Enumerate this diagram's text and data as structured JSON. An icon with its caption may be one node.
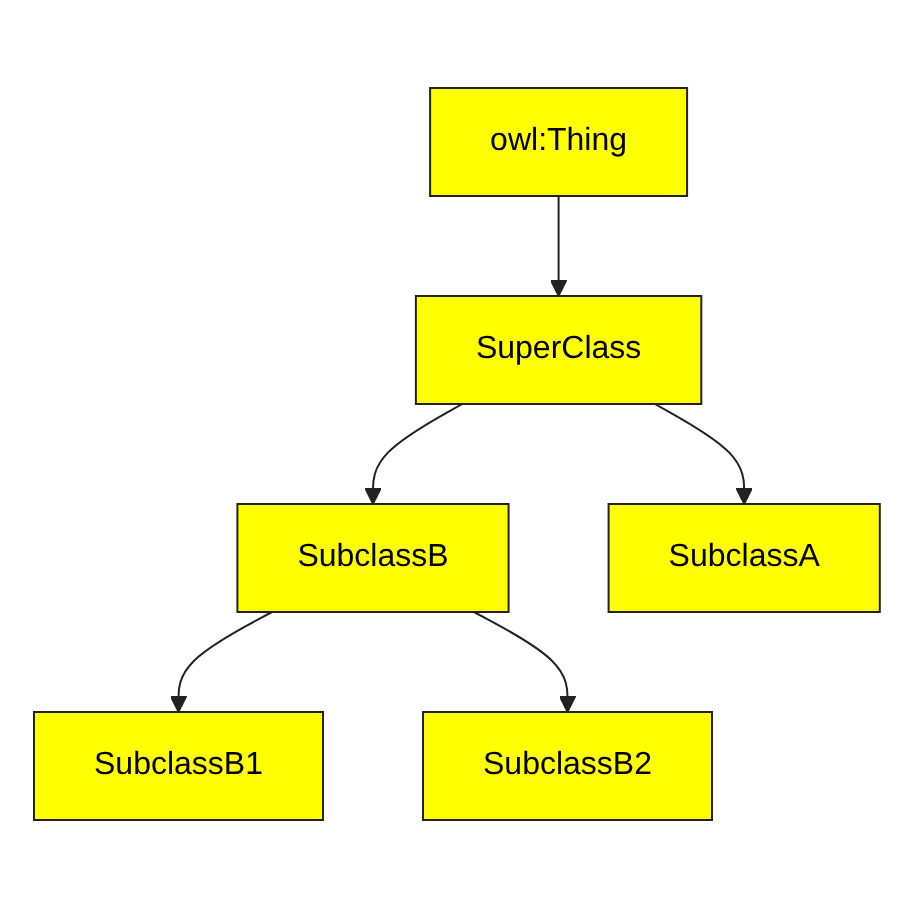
{
  "diagram": {
    "nodes": [
      {
        "text": [
          "SubclassB2"
        ]
      },
      {
        "text": [
          "owl:Thing"
        ]
      },
      {
        "text": [
          "SubclassB1"
        ]
      },
      {
        "text": [
          "SubclassB"
        ]
      },
      {
        "text": [
          "SuperClass"
        ]
      },
      {
        "text": [
          "SubclassA"
        ]
      }
    ],
    "edges": [
      {
        "from": 1,
        "to": 4,
        "arrow": "to"
      },
      {
        "from": 4,
        "to": 3,
        "arrow": "to"
      },
      {
        "from": 4,
        "to": 5,
        "arrow": "to"
      },
      {
        "from": 3,
        "to": 2,
        "arrow": "to"
      },
      {
        "from": 3,
        "to": 0,
        "arrow": "to"
      }
    ]
  }
}
